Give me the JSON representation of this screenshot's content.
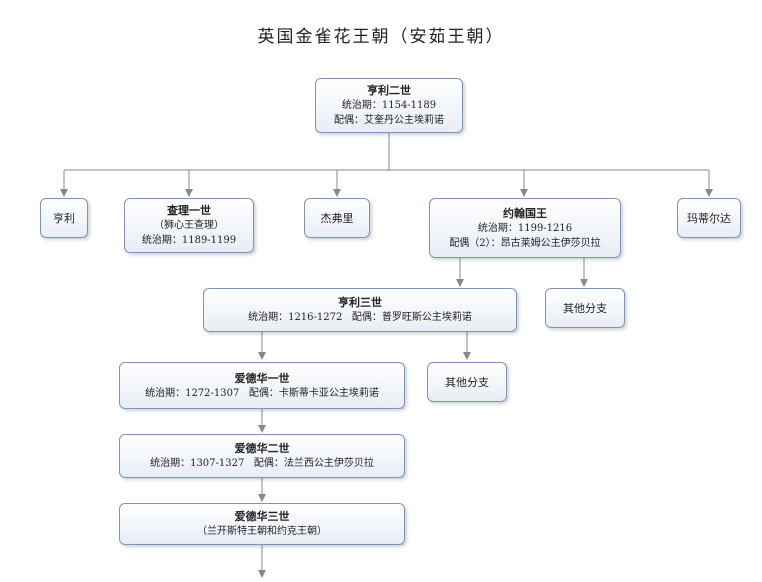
{
  "title": "英国金雀花王朝（安茹王朝）",
  "nodes": {
    "henry2": {
      "name": "亨利二世",
      "lines": [
        "统治期：1154-1189",
        "配偶：艾奎丹公主埃莉诺"
      ]
    },
    "henry": {
      "name": "亨利"
    },
    "richard1": {
      "name": "查理一世",
      "lines": [
        "（狮心王查理）",
        "统治期：1189-1199"
      ]
    },
    "geoffrey": {
      "name": "杰弗里"
    },
    "john": {
      "name": "约翰国王",
      "lines": [
        "统治期：1199-1216",
        "配偶（2）：昂古莱姆公主伊莎贝拉"
      ]
    },
    "matilda": {
      "name": "玛蒂尔达"
    },
    "other1": {
      "name": "其他分支"
    },
    "henry3": {
      "name": "亨利三世",
      "lines": [
        "统治期：1216-1272   配偶：普罗旺斯公主埃莉诺"
      ]
    },
    "other2": {
      "name": "其他分支"
    },
    "edward1": {
      "name": "爱德华一世",
      "lines": [
        "统治期：1272-1307   配偶：卡斯蒂卡亚公主埃莉诺"
      ]
    },
    "edward2": {
      "name": "爱德华二世",
      "lines": [
        "统治期：1307-1327   配偶：法兰西公主伊莎贝拉"
      ]
    },
    "edward3": {
      "name": "爱德华三世",
      "lines": [
        "（兰开斯特王朝和约克王朝）"
      ]
    }
  }
}
